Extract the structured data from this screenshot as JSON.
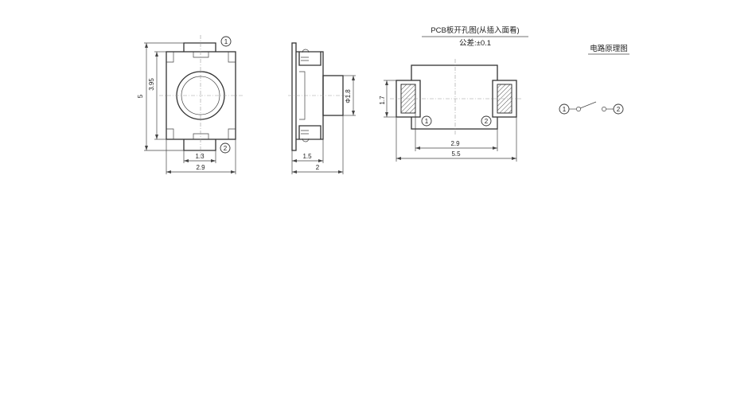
{
  "views": {
    "top": {
      "dim_overall_height": "5",
      "dim_body_height": "3.95",
      "dim_terminal_width": "1.3",
      "dim_body_width": "2.9",
      "pin1": "1",
      "pin2": "2"
    },
    "side": {
      "dim_diameter": "Φ1.8",
      "dim_1": "1.5",
      "dim_2": "2"
    },
    "pcb": {
      "title": "PCB板开孔图(从插入面看)",
      "tolerance": "公差:±0.1",
      "dim_pad_height": "1.7",
      "dim_inner": "2.9",
      "dim_outer": "5.5",
      "pin1": "1",
      "pin2": "2"
    },
    "circuit": {
      "title": "电路原理图",
      "pin1": "1",
      "pin2": "2"
    }
  },
  "colors": {
    "line": "#333333",
    "hatch": "#555555",
    "center_line": "#999999"
  }
}
